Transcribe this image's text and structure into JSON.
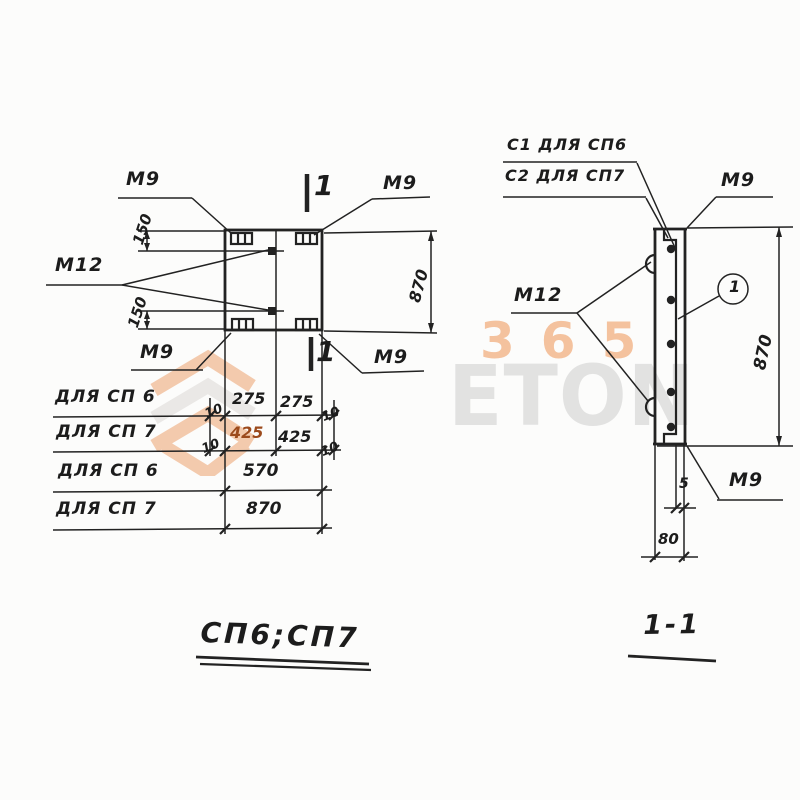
{
  "shared": {
    "m9": "М9",
    "m12": "М12",
    "section_digit": "1"
  },
  "left_view": {
    "title": "СП6;СП7",
    "dim_150": "150",
    "dim_870": "870",
    "rows": [
      {
        "label": "ДЛЯ СП 6",
        "v1": "10",
        "v2": "275",
        "v3": "275",
        "v4": "10"
      },
      {
        "label": "ДЛЯ СП 7",
        "v1": "10",
        "v2": "425",
        "v3": "425",
        "v4": "10"
      },
      {
        "label": "ДЛЯ СП 6",
        "total": "570"
      },
      {
        "label": "ДЛЯ СП 7",
        "total": "870"
      }
    ]
  },
  "section_view": {
    "title": "1-1",
    "label_c1": "С1 ДЛЯ СП6",
    "label_c2": "С2 ДЛЯ СП7",
    "callout": "1",
    "dim_870": "870",
    "dim_5": "5",
    "dim_80": "80"
  },
  "watermark": {
    "digits": "365",
    "word": "ETON"
  },
  "colors": {
    "ink": "#222222",
    "highlight_value": "#9c4a1c",
    "watermark_orange": "#ef9c62",
    "watermark_gray": "#dcdcdc"
  }
}
